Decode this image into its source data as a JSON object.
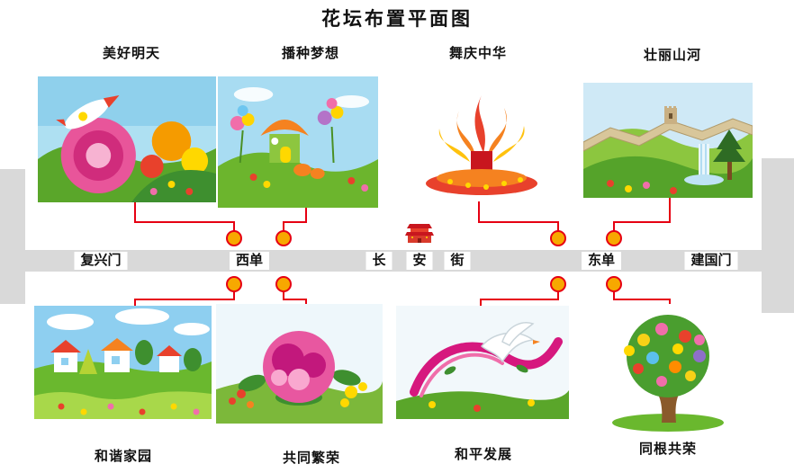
{
  "title": "花坛布置平面图",
  "road": {
    "stations": [
      "复兴门",
      "西单",
      "东单",
      "建国门"
    ],
    "street": [
      "长",
      "安",
      "街"
    ]
  },
  "flowerbeds": {
    "top": [
      {
        "name": "美好明天"
      },
      {
        "name": "播种梦想"
      },
      {
        "name": "舞庆中华"
      },
      {
        "name": "壮丽山河"
      }
    ],
    "bottom": [
      {
        "name": "和谐家园"
      },
      {
        "name": "共同繁荣"
      },
      {
        "name": "和平发展"
      },
      {
        "name": "同根共荣"
      }
    ]
  },
  "icons": {
    "tiananmen": "tiananmen-gate-icon",
    "connector_node": "connector-node-circle"
  },
  "colors": {
    "connector_red": "#e60012",
    "node_orange": "#f7a800",
    "road_gray": "#d9d9d9"
  }
}
